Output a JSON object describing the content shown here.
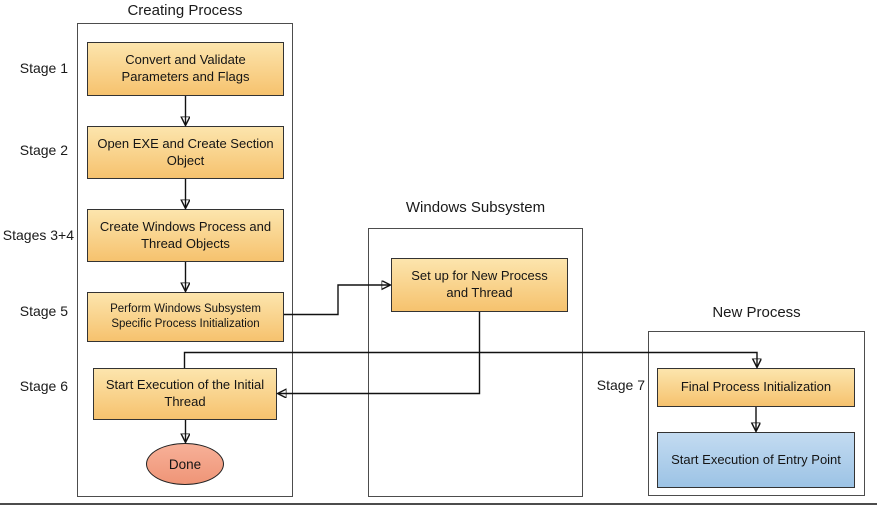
{
  "diagram": {
    "creating_process": {
      "title": "Creating Process",
      "stages": [
        {
          "label": "Stage 1",
          "box": "Convert and Validate Parameters and Flags"
        },
        {
          "label": "Stage 2",
          "box": "Open EXE and Create Section Object"
        },
        {
          "label": "Stages 3+4",
          "box": "Create Windows Process and Thread Objects"
        },
        {
          "label": "Stage 5",
          "box": "Perform Windows Subsystem Specific Process Initialization"
        },
        {
          "label": "Stage 6",
          "box": "Start Execution of the Initial Thread"
        }
      ],
      "terminator": "Done"
    },
    "windows_subsystem": {
      "title": "Windows Subsystem",
      "box": "Set up for New Process and Thread"
    },
    "new_process": {
      "title": "New Process",
      "stage_label": "Stage 7",
      "boxes": [
        "Final Process Initialization",
        "Start Execution of Entry Point"
      ]
    },
    "colors": {
      "process_box_top": "#FCE5AD",
      "process_box_bottom": "#F6C26E",
      "entry_box_top": "#C3DBF1",
      "entry_box_bottom": "#9CC3E5",
      "terminator_top": "#F7B098",
      "terminator_bottom": "#EF9577",
      "box_border": "#333333",
      "container_border": "#4D4D4D",
      "connector": "#111111",
      "text": "#1A1A1A"
    }
  }
}
